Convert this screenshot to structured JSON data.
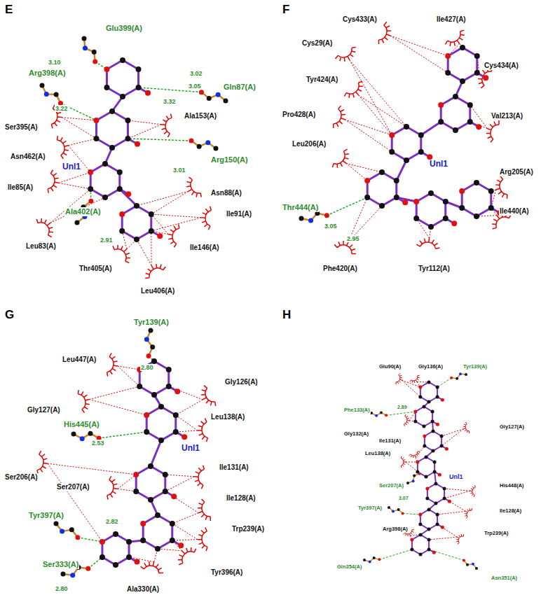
{
  "diagram": {
    "labels": [
      "E",
      "Glu399(A)",
      "Arg398(A)",
      "Gln87(A)",
      "Arg150(A)",
      "Ala402(A)",
      "Unl1",
      "Ser395(A)",
      "Asn462(A)",
      "Ile85(A)",
      "Leu83(A)",
      "Ala153(A)",
      "Asn88(A)",
      "Ile91(A)",
      "Ile146(A)",
      "Thr405(A)",
      "Leu406(A)",
      "3.10",
      "3.22",
      "3.02",
      "3.05",
      "3.32",
      "3.01",
      "2.91",
      "F",
      "Cys433(A)",
      "Ile427(A)",
      "Cys29(A)",
      "Cys434(A)",
      "Tyr424(A)",
      "Pro428(A)",
      "Val213(A)",
      "Leu206(A)",
      "Arg205(A)",
      "Thr444(A)",
      "Ile440(A)",
      "Phe420(A)",
      "Tyr112(A)",
      "Unl1",
      "3.05",
      "2.95",
      "G",
      "Tyr139(A)",
      "Leu447(A)",
      "Gly126(A)",
      "Gly127(A)",
      "Leu138(A)",
      "His445(A)",
      "Unl1",
      "Ile131(A)",
      "Ser206(A)",
      "Ser207(A)",
      "Ile128(A)",
      "Tyr397(A)",
      "Trp239(A)",
      "Ser333(A)",
      "Tyr396(A)",
      "Ala330(A)",
      "2.80",
      "2.53",
      "2.82",
      "2.80",
      "H",
      "Glu90(A)",
      "Gly136(A)",
      "Tyr139(A)",
      "Phe133(A)",
      "Gly132(A)",
      "Ile131(A)",
      "Leu138(A)",
      "Gly127(A)",
      "Ser207(A)",
      "His448(A)",
      "Unl1",
      "Tyr397(A)",
      "Ile128(A)",
      "Arg398(A)",
      "Trp239(A)",
      "Gln354(A)",
      "Asn351(A)",
      "2.89",
      "3.07"
    ]
  }
}
